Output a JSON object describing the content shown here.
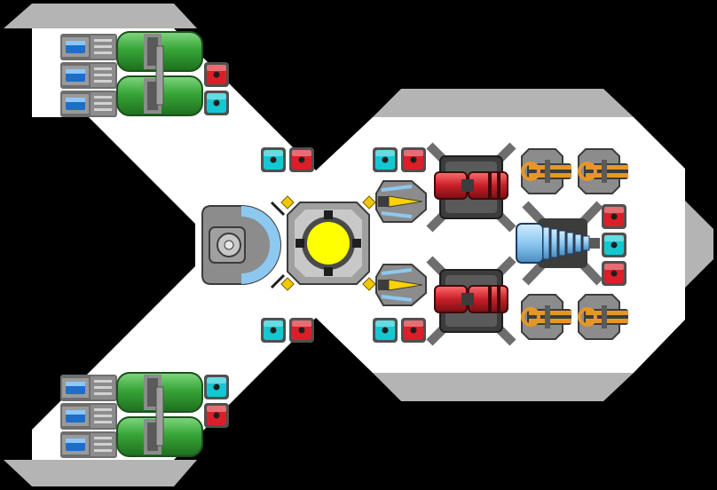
{
  "ship": {
    "hull_color": "#ffffff",
    "armor_color": "#b4b4b4",
    "space_color": "#000000",
    "colors": {
      "blue_node": "#14c8d2",
      "red_node": "#dc1e28",
      "engine_blue": "#1e6ec8",
      "tank_green": "#37a537",
      "reactor_yellow": "#ffff00",
      "cannon_red": "#c81e28",
      "gun_orange": "#e69628",
      "coil_blue": "#8cc8f0",
      "plate_gray": "#8c8c8c",
      "dark_steel": "#3c3c3c"
    },
    "modules": [
      {
        "name": "engine-module-upper-left",
        "type": "engine",
        "interactable": true
      },
      {
        "name": "fuel-tank-upper-left",
        "type": "fuel-tank",
        "interactable": true
      },
      {
        "name": "engine-module-lower-left",
        "type": "engine",
        "interactable": true
      },
      {
        "name": "fuel-tank-lower-left",
        "type": "fuel-tank",
        "interactable": true
      },
      {
        "name": "cockpit-module",
        "type": "cockpit",
        "interactable": true
      },
      {
        "name": "reactor-core-module",
        "type": "reactor",
        "interactable": true
      },
      {
        "name": "laser-turret-upper",
        "type": "laser",
        "interactable": true
      },
      {
        "name": "laser-turret-lower",
        "type": "laser",
        "interactable": true
      },
      {
        "name": "heavy-cannon-upper",
        "type": "cannon",
        "interactable": true
      },
      {
        "name": "heavy-cannon-lower",
        "type": "cannon",
        "interactable": true
      },
      {
        "name": "railgun-upper-left",
        "type": "gun",
        "interactable": true
      },
      {
        "name": "railgun-upper-right",
        "type": "gun",
        "interactable": true
      },
      {
        "name": "railgun-lower-left",
        "type": "gun",
        "interactable": true
      },
      {
        "name": "railgun-lower-right",
        "type": "gun",
        "interactable": true
      },
      {
        "name": "ion-cannon-module",
        "type": "ion",
        "interactable": true
      }
    ],
    "nodes": [
      {
        "name": "power-node-red",
        "color": "red"
      },
      {
        "name": "power-node-blue",
        "color": "blue"
      }
    ]
  }
}
